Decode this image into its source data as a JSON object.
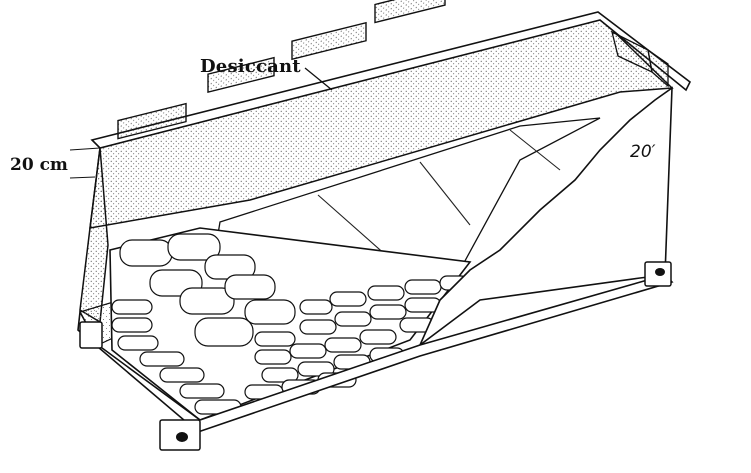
{
  "figure": {
    "labels": {
      "desiccant": "Desiccant",
      "ventilation_gap": "20 cm",
      "container_size": "20′"
    }
  }
}
